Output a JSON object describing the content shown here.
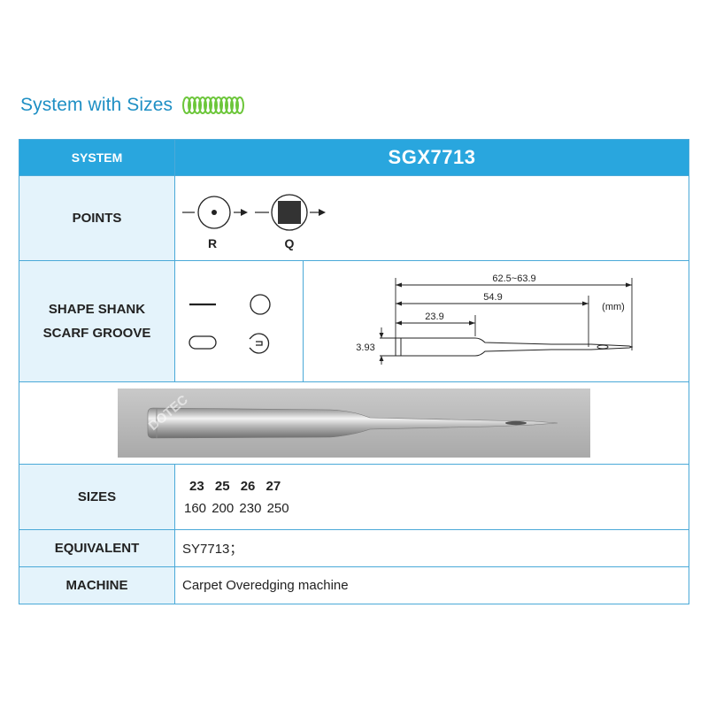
{
  "heading": {
    "title": "System with Sizes",
    "spring_icon": "green-spring-icon",
    "title_color": "#1e8fc4"
  },
  "table": {
    "header": {
      "label": "SYSTEM",
      "value": "SGX7713",
      "color": "#29a6de"
    },
    "points": {
      "label": "POINTS",
      "r_label": "R",
      "q_label": "Q"
    },
    "shape": {
      "label_line1": "SHAPE SHANK",
      "label_line2": "SCARF GROOVE"
    },
    "diagram": {
      "total_length": "62.5~63.9",
      "mid_length": "54.9",
      "shank_length": "23.9",
      "shank_diameter": "3.93",
      "unit": "(mm)"
    },
    "photo": {
      "watermark": "DOTEC"
    },
    "sizes": {
      "label": "SIZES",
      "nm": "23 25 26 27",
      "metric": "160 200 230 250"
    },
    "equivalent": {
      "label": "EQUIVALENT",
      "value": "SY7713；"
    },
    "machine": {
      "label": "MACHINE",
      "value": "Carpet Overedging machine"
    },
    "label_bg": "#e4f3fb",
    "border_color": "#4aa9d8"
  }
}
